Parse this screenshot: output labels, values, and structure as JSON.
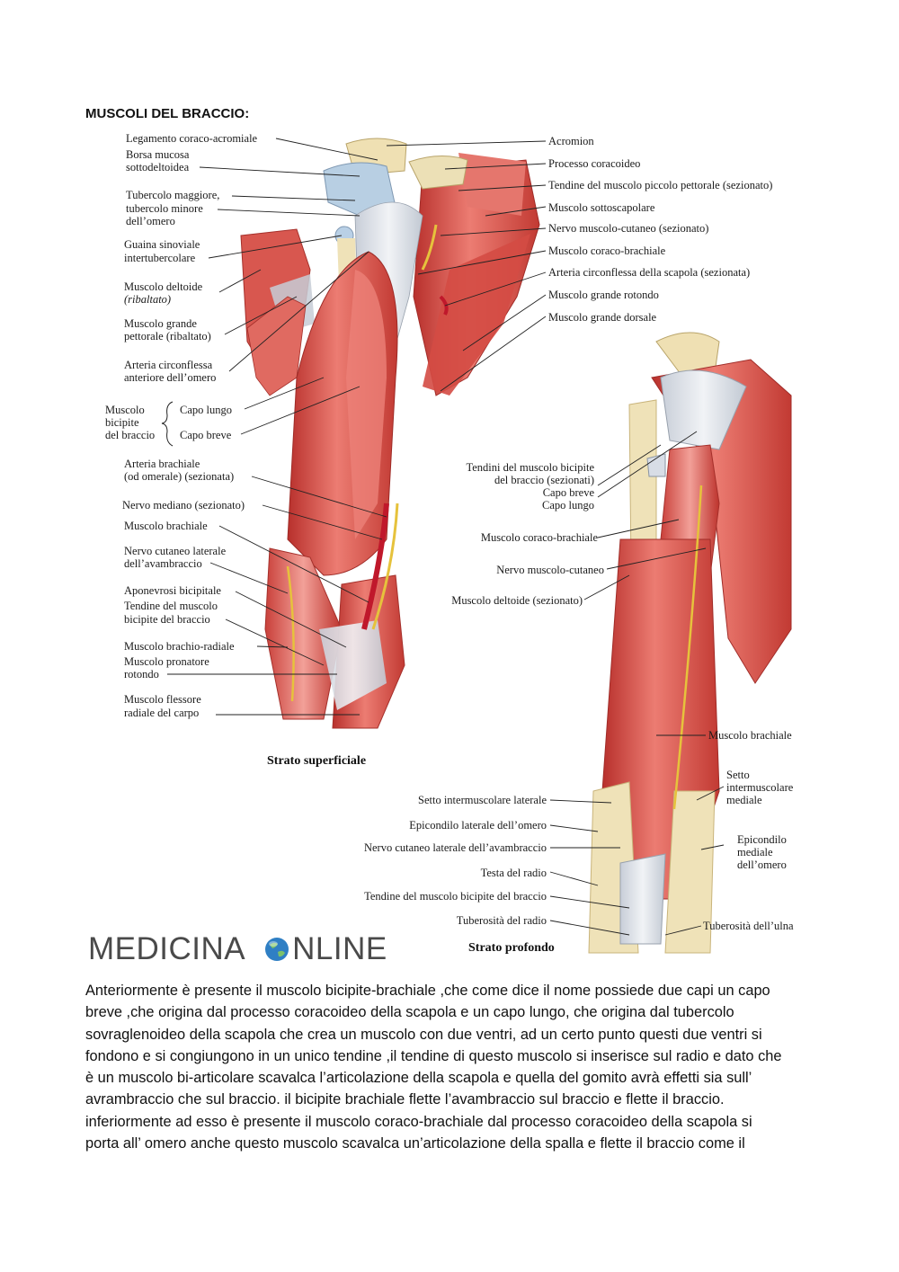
{
  "heading": "MUSCOLI DEL BRACCIO:",
  "figure": {
    "left_labels": [
      "Legamento coraco-acromiale",
      "Borsa mucosa",
      "sottodeltoidea",
      "Tubercolo maggiore,",
      "tubercolo minore",
      "dell’omero",
      "Guaina sinoviale",
      "intertubercolare",
      "Muscolo deltoide",
      "(ribaltato)",
      "Muscolo grande",
      "pettorale (ribaltato)",
      "Arteria circonflessa",
      "anteriore dell’omero",
      "Muscolo",
      "bicipite",
      "del braccio",
      "Capo lungo",
      "Capo breve",
      "Arteria brachiale",
      "(od omerale) (sezionata)",
      "Nervo mediano (sezionato)",
      "Muscolo brachiale",
      "Nervo cutaneo laterale",
      "dell’avambraccio",
      "Aponevrosi bicipitale",
      "Tendine del muscolo",
      "bicipite del braccio",
      "Muscolo brachio-radiale",
      "Muscolo pronatore",
      "rotondo",
      "Muscolo flessore",
      "radiale del carpo"
    ],
    "right_top_labels": [
      "Acromion",
      "Processo coracoideo",
      "Tendine del muscolo piccolo pettorale (sezionato)",
      "Muscolo sottoscapolare",
      "Nervo muscolo-cutaneo (sezionato)",
      "Muscolo coraco-brachiale",
      "Arteria circonflessa della scapola (sezionata)",
      "Muscolo grande rotondo",
      "Muscolo grande dorsale"
    ],
    "deep_labels": [
      "Tendini del muscolo bicipite",
      "del braccio (sezionati)",
      "Capo breve",
      "Capo lungo",
      "Muscolo coraco-brachiale",
      "Nervo muscolo-cutaneo",
      "Muscolo deltoide (sezionato)",
      "Muscolo brachiale",
      "Setto",
      "intermuscolare",
      "mediale",
      "Setto intermuscolare laterale",
      "Epicondilo laterale dell’omero",
      "Nervo cutaneo laterale dell’avambraccio",
      "Epicondilo",
      "mediale",
      "dell’omero",
      "Testa del radio",
      "Tendine del muscolo bicipite del braccio",
      "Tuberosità del radio",
      "Tuberosità dell’ulna"
    ],
    "caption_superficial": "Strato superficiale",
    "caption_deep": "Strato profondo"
  },
  "logo": {
    "part1": "MEDICINA",
    "part2": "NLINE"
  },
  "paragraph_lines": [
    "Anteriormente è presente il muscolo bicipite-brachiale ,che come dice il nome possiede due capi un capo",
    "breve ,che origina dal processo coracoideo della scapola e un capo lungo, che origina dal tubercolo",
    "sovraglenoideo della scapola che crea un muscolo con due ventri, ad un certo punto questi due ventri si",
    "fondono e si congiungono in un unico tendine ,il tendine di questo muscolo si inserisce sul radio e dato che",
    "è un muscolo bi-articolare scavalca l’articolazione della scapola e quella del gomito avrà effetti sia sull’",
    "avrambraccio che sul braccio. il bicipite brachiale flette l’avambraccio sul braccio e flette il braccio.",
    "inferiormente ad esso è presente il muscolo coraco-brachiale dal  processo coracoideo della scapola si",
    "porta all’ omero anche questo muscolo scavalca un’articolazione della spalla e flette il braccio come il"
  ],
  "colors": {
    "muscle": "#d9463f",
    "muscle_light": "#ef8d83",
    "tendon": "#dfe3ea",
    "bone": "#efe2b2",
    "nerve": "#e6c23c",
    "artery": "#c0182b"
  }
}
